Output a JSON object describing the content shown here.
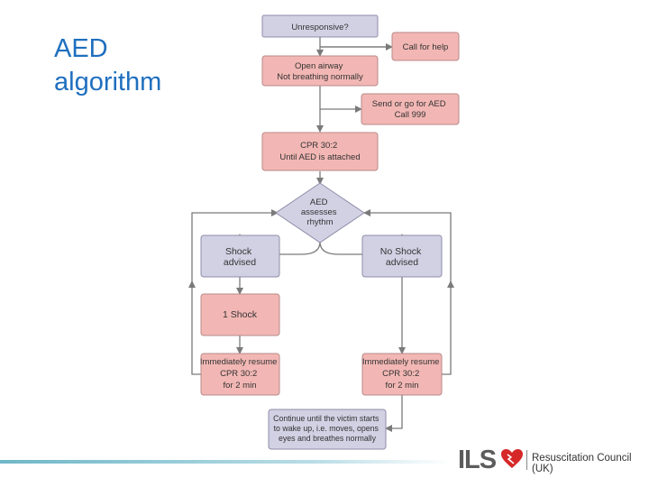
{
  "slide": {
    "title_line1": "AED",
    "title_line2": "algorithm"
  },
  "flowchart": {
    "nodes": {
      "unresponsive": {
        "lines": [
          "Unresponsive?"
        ],
        "style": "lavender"
      },
      "call_help": {
        "lines": [
          "Call for help"
        ],
        "style": "pink"
      },
      "open_airway": {
        "lines": [
          "Open airway",
          "Not breathing normally"
        ],
        "style": "pink"
      },
      "send_aed": {
        "lines": [
          "Send or go for AED",
          "Call 999"
        ],
        "style": "pink"
      },
      "cpr": {
        "lines": [
          "CPR 30:2",
          "Until AED is attached"
        ],
        "style": "pink"
      },
      "aed_assess": {
        "lines": [
          "AED",
          "assesses",
          "rhythm"
        ],
        "style": "lavender-diamond"
      },
      "shock_advised": {
        "lines": [
          "Shock",
          "advised"
        ],
        "style": "lavender"
      },
      "no_shock_advised": {
        "lines": [
          "No Shock",
          "advised"
        ],
        "style": "lavender"
      },
      "one_shock": {
        "lines": [
          "1 Shock"
        ],
        "style": "pink"
      },
      "resume_left": {
        "lines": [
          "Immediately resume",
          "CPR 30:2",
          "for 2 min"
        ],
        "style": "pink"
      },
      "resume_right": {
        "lines": [
          "Immediately resume",
          "CPR 30:2",
          "for 2 min"
        ],
        "style": "pink"
      },
      "continue": {
        "lines": [
          "Continue until the victim starts",
          "to wake up, i.e. moves, opens",
          "eyes and breathes normally"
        ],
        "style": "lavender"
      }
    }
  },
  "footer": {
    "logo_text": "ILS",
    "organization": "Resuscitation Council (UK)"
  },
  "colors": {
    "title": "#1f6fbf",
    "lavender_box": "#d2d0e3",
    "pink_box": "#f2b7b4",
    "connector": "#7a7a7a",
    "heart": "#d62828"
  }
}
